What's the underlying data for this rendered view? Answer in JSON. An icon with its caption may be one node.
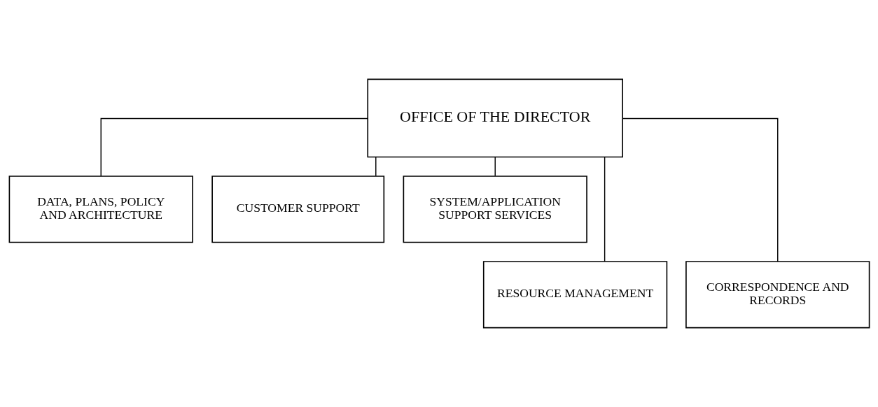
{
  "diagram": {
    "nodes": [
      {
        "text": [
          "OFFICE OF THE DIRECTOR"
        ]
      },
      {
        "text": [
          "DATA, PLANS, POLICY AND ARCHITECTURE"
        ]
      },
      {
        "text": [
          "CUSTOMER SUPPORT"
        ]
      },
      {
        "text": [
          "SYSTEM/APPLICATION SUPPORT SERVICES"
        ]
      },
      {
        "text": [
          "RESOURCE MANAGEMENT"
        ]
      },
      {
        "text": [
          "CORRESPONDENCE AND RECORDS"
        ]
      }
    ],
    "edges": [
      {
        "from": 0,
        "to": 1,
        "arrow": "none"
      },
      {
        "from": 0,
        "to": 4,
        "arrow": "none"
      },
      {
        "from": 0,
        "to": 2,
        "arrow": "none"
      },
      {
        "from": 0,
        "to": 5,
        "arrow": "none"
      },
      {
        "from": 0,
        "to": 3,
        "arrow": "none"
      }
    ]
  }
}
